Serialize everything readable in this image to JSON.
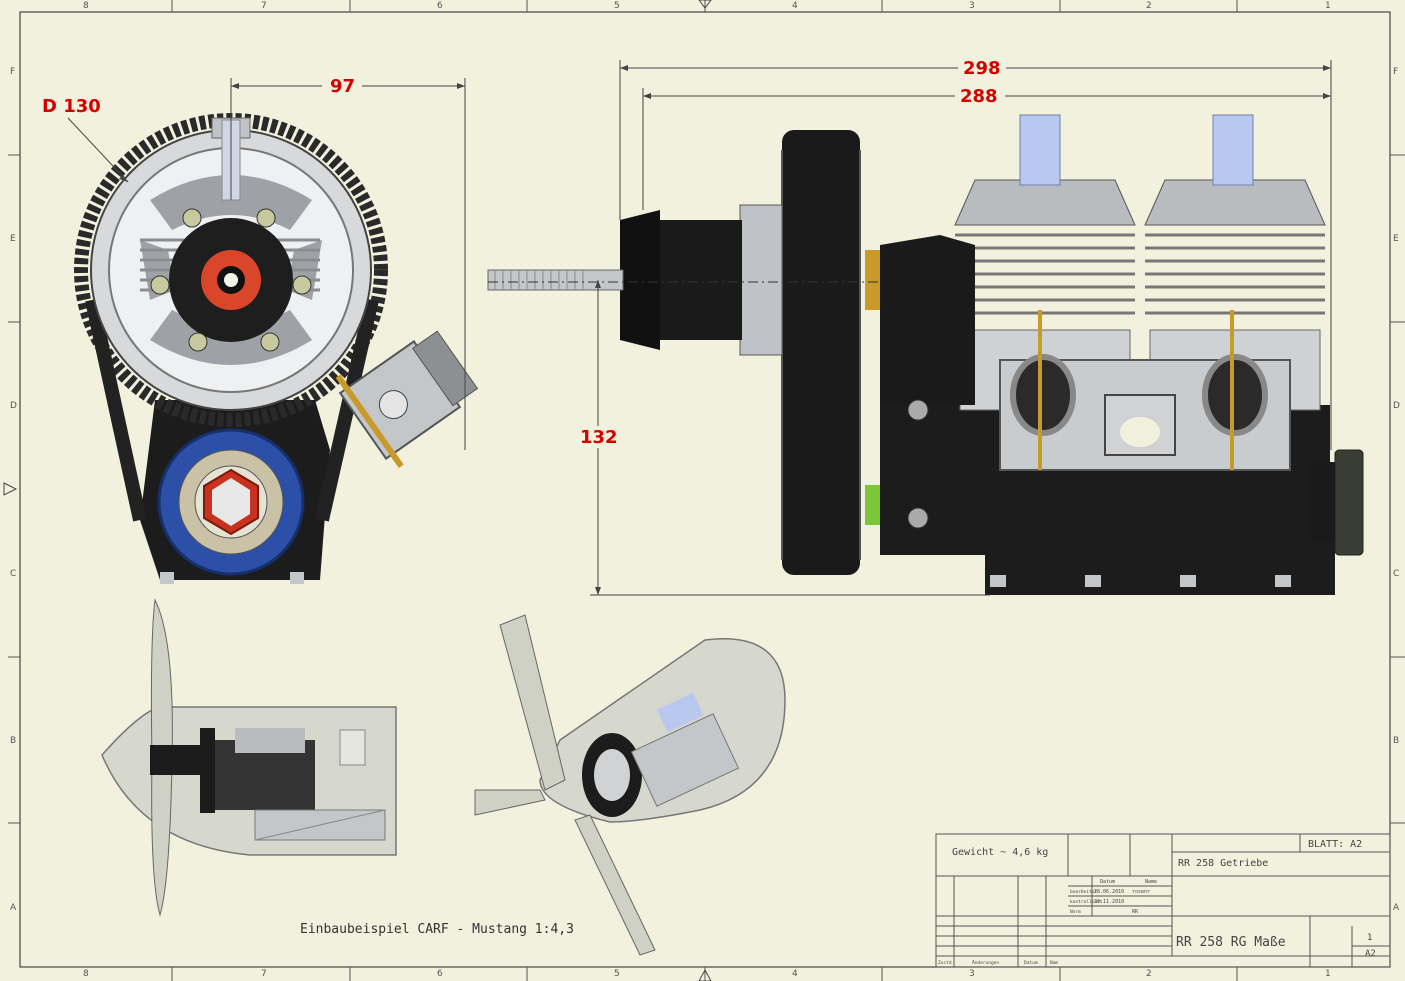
{
  "dimensions": {
    "belt_diameter": "D 130",
    "pulley_offset": "97",
    "overall_length": "298",
    "body_length": "288",
    "height": "132"
  },
  "caption": "Einbaubeispiel CARF - Mustang 1:4,3",
  "title_block": {
    "weight": "Gewicht ~ 4,6 kg",
    "sheet_label": "BLATT:  A2",
    "project": "RR 258 Getriebe",
    "drawing_title": "RR 258  RG  Maße",
    "sheet_number": "1",
    "sheet_size": "A2",
    "header_datum": "Datum",
    "header_name": "Name",
    "row_labels": [
      "bearbeitet",
      "kontrolliert",
      "Norm"
    ],
    "row_dates": [
      "28.06.2010",
      "30.11.2010",
      ""
    ],
    "row_names": [
      "rosenr",
      "",
      "RR"
    ],
    "footer_cells": [
      "Zustd",
      "Änderungen",
      "Datum",
      "Nam"
    ]
  },
  "zone_columns": [
    "8",
    "7",
    "6",
    "5",
    "4",
    "3",
    "2",
    "1"
  ],
  "zone_rows": [
    "F",
    "E",
    "D",
    "C",
    "B",
    "A"
  ],
  "colors": {
    "paper": "#f2f1de",
    "frame": "#444444",
    "dimension": "#d40000",
    "metal": "#b9bcbf",
    "dark_part": "#1c1c1c",
    "pulley_blue": "#2c4fa8",
    "hub_red": "#c8321e",
    "cylinder_blue": "#b9c8ee",
    "brass": "#c99a2a",
    "ghost_cowl": "#d6d8cd"
  }
}
